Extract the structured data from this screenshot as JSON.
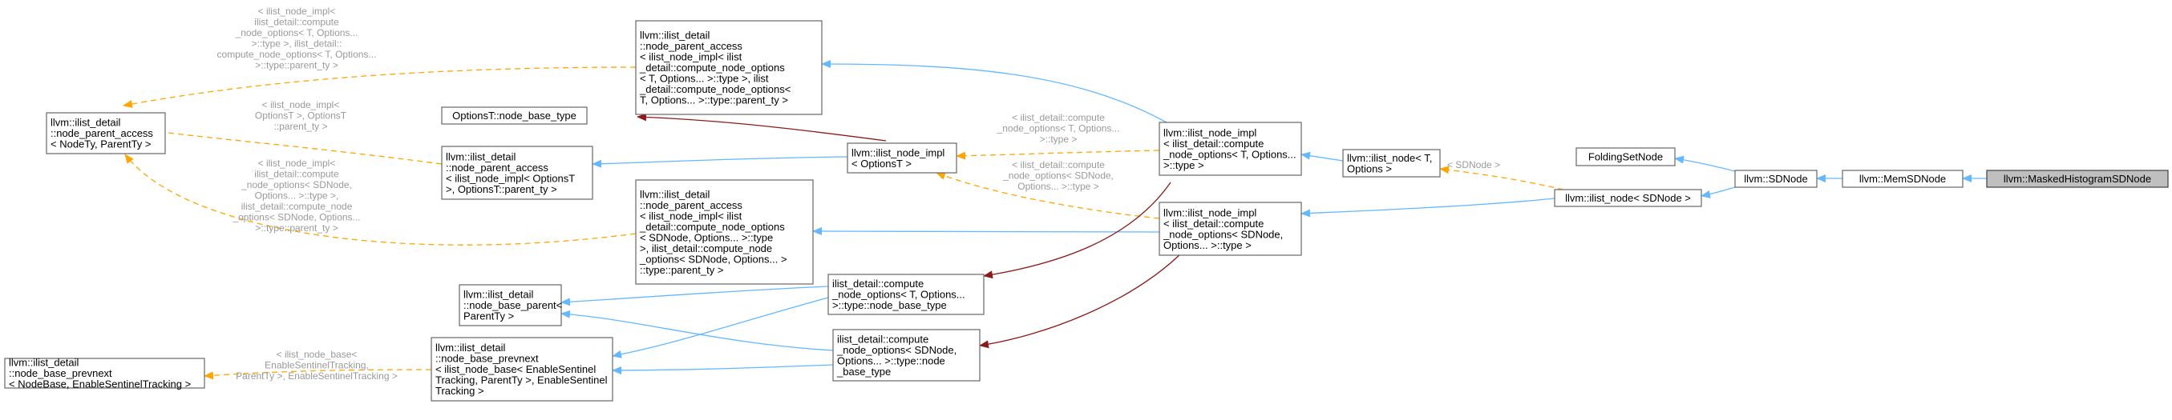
{
  "nodes": {
    "masked": [
      "llvm::MaskedHistogramSDNode"
    ],
    "memsd": [
      "llvm::MemSDNode"
    ],
    "sdnode": [
      "llvm::SDNode"
    ],
    "folding": [
      "FoldingSetNode"
    ],
    "ilistnode_sd": [
      "llvm::ilist_node< SDNode >"
    ],
    "ilistnode_t": [
      "llvm::ilist_node< T,",
      "Options >"
    ],
    "impl_top": [
      "llvm::ilist_node_impl",
      "< ilist_detail::compute",
      "_node_options< T, Options...",
      ">::type >"
    ],
    "impl_bot": [
      "llvm::ilist_node_impl",
      "< ilist_detail::compute",
      "_node_options< SDNode,",
      "Options... >::type >"
    ],
    "impl_opts": [
      "llvm::ilist_node_impl",
      "< OptionsT >"
    ],
    "npa_top": [
      "llvm::ilist_detail",
      "::node_parent_access",
      "< ilist_node_impl< ilist",
      "_detail::compute_node_options",
      "< T, Options... >::type >, ilist",
      "_detail::compute_node_options<",
      "T, Options... >::type::parent_ty >"
    ],
    "nbt": [
      "OptionsT::node_base_type"
    ],
    "npa_opts": [
      "llvm::ilist_detail",
      "::node_parent_access",
      "< ilist_node_impl< OptionsT",
      ">, OptionsT::parent_ty >"
    ],
    "npa_sd": [
      "llvm::ilist_detail",
      "::node_parent_access",
      "< ilist_node_impl< ilist",
      "_detail::compute_node_options",
      "< SDNode, Options... >::type",
      ">, ilist_detail::compute_node",
      "_options< SDNode, Options... >",
      "::type::parent_ty >"
    ],
    "npa_gen": [
      "llvm::ilist_detail",
      "::node_parent_access",
      "< NodeTy, ParentTy >"
    ],
    "cno_t": [
      "ilist_detail::compute",
      "_node_options< T, Options...",
      ">::type::node_base_type"
    ],
    "cno_sd": [
      "ilist_detail::compute",
      "_node_options< SDNode,",
      "Options... >::type::node",
      "_base_type"
    ],
    "nbparent": [
      "llvm::ilist_detail",
      "::node_base_parent<",
      "ParentTy >"
    ],
    "nbprev_ent": [
      "llvm::ilist_detail",
      "::node_base_prevnext",
      "< ilist_node_base< EnableSentinel",
      "Tracking, ParentTy >, EnableSentinel",
      "Tracking >"
    ],
    "nbprev_gen": [
      "llvm::ilist_detail",
      "::node_base_prevnext",
      "< NodeBase, EnableSentinelTracking >"
    ]
  },
  "edge_labels": {
    "sdnode_lbl": [
      "< SDNode >"
    ],
    "tmpl_top": [
      "< ilist_node_impl<",
      "ilist_detail::compute",
      "_node_options< T, Options...",
      ">::type >, ilist_detail::",
      "compute_node_options< T, Options...",
      ">::type::parent_ty >"
    ],
    "tmpl_opts": [
      "< ilist_node_impl<",
      "OptionsT >, OptionsT",
      "::parent_ty >"
    ],
    "tmpl_sd": [
      "< ilist_node_impl<",
      "ilist_detail::compute",
      "_node_options< SDNode,",
      "Options... >::type >,",
      "ilist_detail::compute_node",
      "_options< SDNode, Options...",
      ">::type::parent_ty >"
    ],
    "tmpl_impl_t": [
      "< ilist_detail::compute",
      "_node_options< T, Options...",
      ">::type >"
    ],
    "tmpl_impl_sd": [
      "< ilist_detail::compute",
      "_node_options< SDNode,",
      "Options... >::type >"
    ],
    "tmpl_prev": [
      "< ilist_node_base<",
      "EnableSentinelTracking,",
      "ParentTy >, EnableSentinelTracking >"
    ]
  },
  "colors": {
    "inheritance": "#63b8ff",
    "template_instance": "#ffa500",
    "usage": "#8b1a1a",
    "highlight_fill": "#bfbfbf"
  }
}
